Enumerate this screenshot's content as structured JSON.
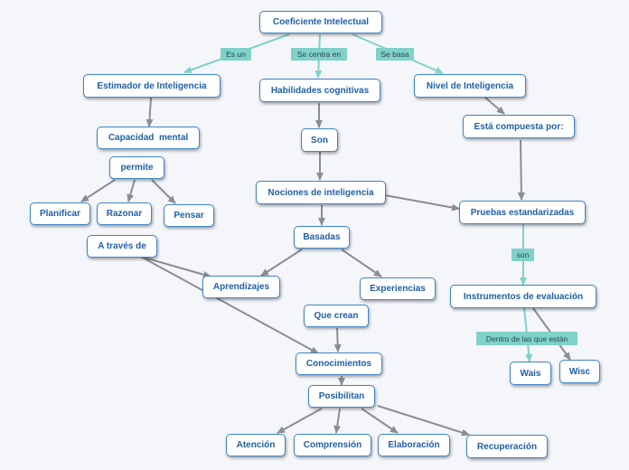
{
  "colors": {
    "background": "#f4f6fa",
    "node_border": "#3f86c8",
    "node_text": "#1f5fa8",
    "arrow_gray": "#8a8d93",
    "arrow_teal": "#7fd1c9",
    "label_fill": "#7fd1c9"
  },
  "nodes": {
    "coeficiente": "Coeficiente Intelectual",
    "estimador": "Estimador de Inteligencia",
    "habilidades": "Habilidades cognitivas",
    "nivel": "Nivel de Inteligencia",
    "capacidad": "Capacidad  mental",
    "son": "Son",
    "esta_compuesta": "Está compuesta por:",
    "permite": "permite",
    "nociones": "Nociones de inteligencia",
    "pruebas": "Pruebas estandarizadas",
    "planificar": "Planificar",
    "razonar": "Razonar",
    "pensar": "Pensar",
    "a_traves": "A través de",
    "basadas": "Basadas",
    "aprendizajes": "Aprendizajes",
    "experiencias": "Experiencias",
    "instrumentos": "Instrumentos de evaluación",
    "que_crean": "Que crean",
    "conocimientos": "Conocimientos",
    "posibilitan": "Posibilitan",
    "wais": "Wais",
    "wisc": "Wisc",
    "atencion": "Atención",
    "comprension": "Comprensión",
    "elaboracion": "Elaboración",
    "recuperacion": "Recuperación"
  },
  "link_labels": {
    "es_un": "Es un",
    "se_centra_en": "Se centra en",
    "se_basa": "Se basa",
    "son_label": "son",
    "dentro": "Dentro de las que están"
  }
}
